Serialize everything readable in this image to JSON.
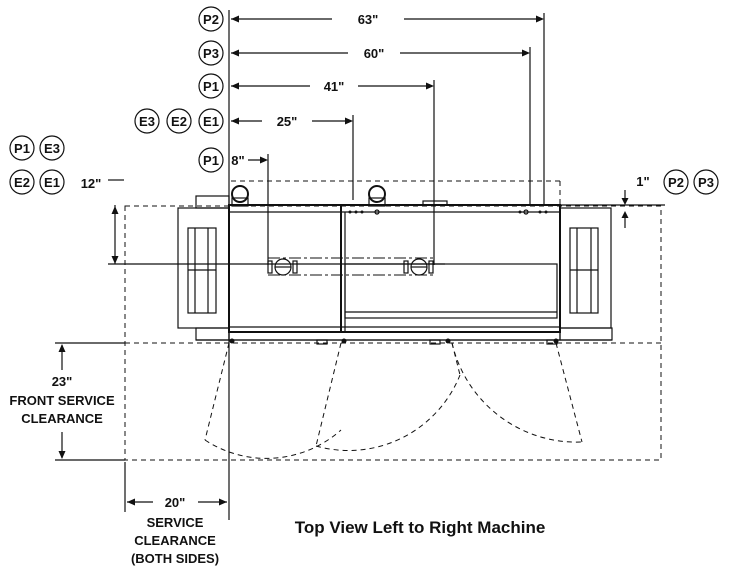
{
  "title": "Top View Left to Right Machine",
  "dimensions": {
    "p2_width": "63\"",
    "p3_width": "60\"",
    "p1_width": "41\"",
    "e_width": "25\"",
    "p1_small": "8\"",
    "height_12": "12\"",
    "height_1": "1\"",
    "front_clearance": "23\"",
    "side_clearance": "20\""
  },
  "labels": {
    "front_line1": "FRONT SERVICE",
    "front_line2": "CLEARANCE",
    "side_line1": "SERVICE",
    "side_line2": "CLEARANCE",
    "side_line3": "(BOTH SIDES)"
  },
  "markers": {
    "p2": "P2",
    "p3": "P3",
    "p1": "P1",
    "e1": "E1",
    "e2": "E2",
    "e3": "E3"
  }
}
